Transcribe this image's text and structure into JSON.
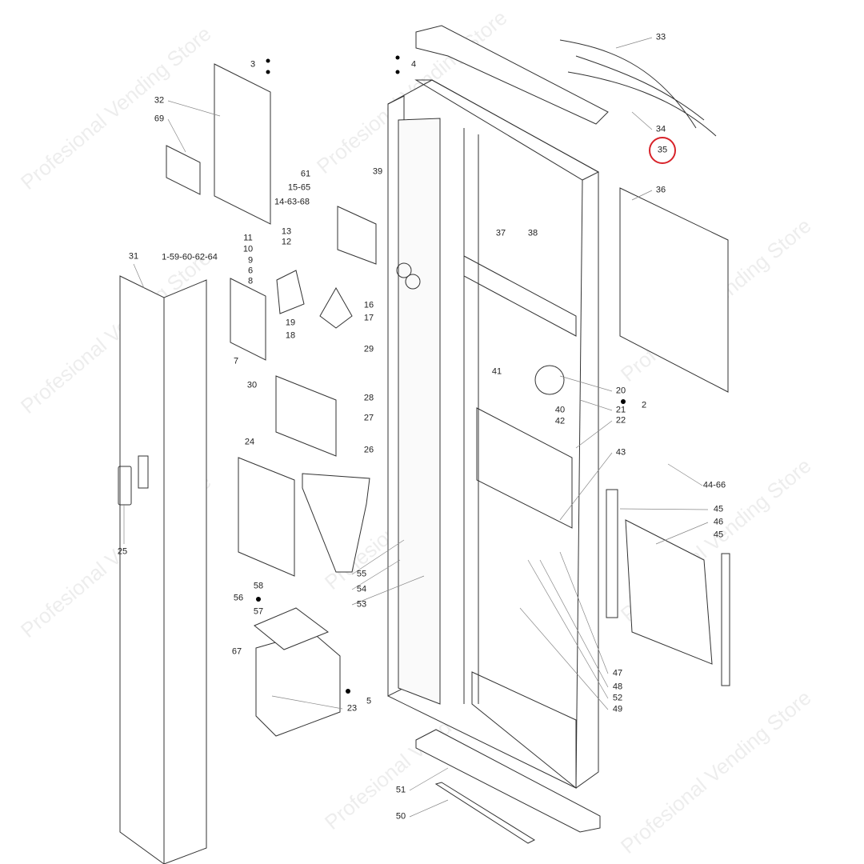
{
  "watermark": "Profesional Vending Store",
  "highlight": {
    "label": "35",
    "color": "#d8232a"
  },
  "labels": {
    "l33": "33",
    "l34": "34",
    "l35": "35",
    "l36": "36",
    "l3": "3",
    "l4": "4",
    "l32": "32",
    "l69": "69",
    "l61": "61",
    "l15_65": "15-65",
    "l14_63_68": "14-63-68",
    "l39": "39",
    "l13": "13",
    "l12": "12",
    "l11": "11",
    "l10": "10",
    "l1_59": "1-59-60-62-64",
    "l9": "9",
    "l6": "6",
    "l8": "8",
    "l16": "16",
    "l17": "17",
    "l19": "19",
    "l18": "18",
    "l7": "7",
    "l29": "29",
    "l30": "30",
    "l28": "28",
    "l27": "27",
    "l37": "37",
    "l38": "38",
    "l31": "31",
    "l41": "41",
    "l20": "20",
    "l21": "21",
    "l22": "22",
    "l2": "2",
    "l40": "40",
    "l42": "42",
    "l43": "43",
    "l44_66": "44-66",
    "l45a": "45",
    "l46": "46",
    "l45b": "45",
    "l24": "24",
    "l26": "26",
    "l25": "25",
    "l55": "55",
    "l54": "54",
    "l53": "53",
    "l58": "58",
    "l56": "56",
    "l57": "57",
    "l67": "67",
    "l23": "23",
    "l5": "5",
    "l47": "47",
    "l48": "48",
    "l52": "52",
    "l49": "49",
    "l51": "51",
    "l50": "50"
  }
}
